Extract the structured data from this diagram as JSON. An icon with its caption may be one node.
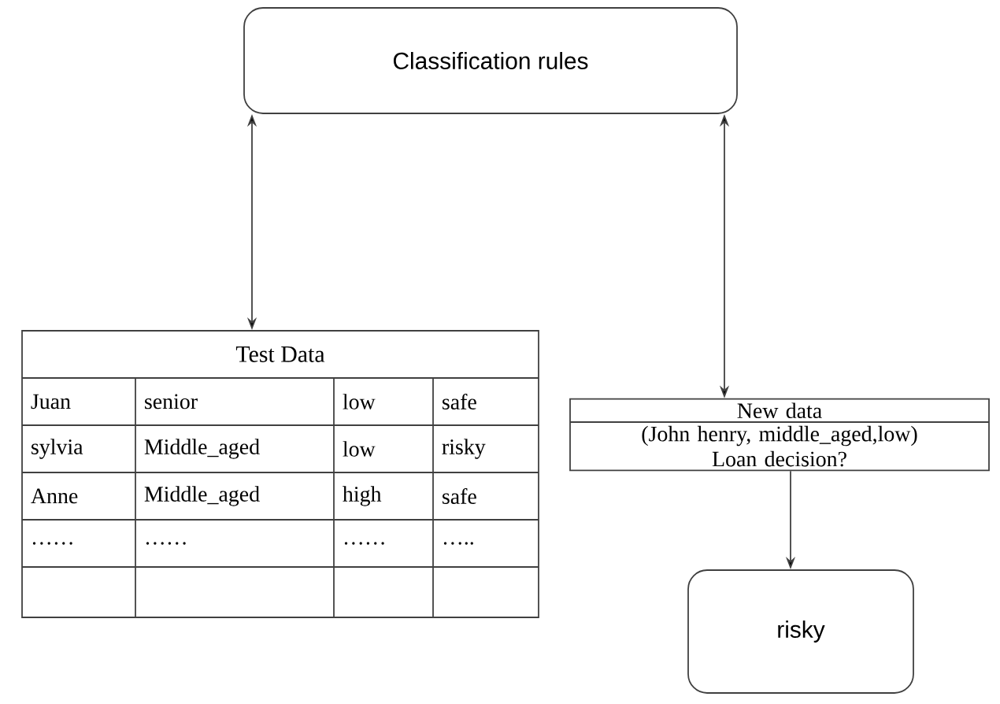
{
  "diagram": {
    "nodes": [
      {
        "text": [
          "Classification rules"
        ]
      },
      {
        "text": [
          "Test Data"
        ]
      },
      {
        "text": [
          "New data",
          "(John henry, middle_aged,low) Loan decision?"
        ]
      },
      {
        "text": [
          "risky"
        ]
      }
    ],
    "edges": [
      {
        "from": 0,
        "to": 1,
        "arrow": "both"
      },
      {
        "from": 0,
        "to": 2,
        "arrow": "both"
      },
      {
        "from": 2,
        "to": 3,
        "arrow": "to"
      }
    ],
    "labels": [
      "Juan",
      "senior",
      "low",
      "safe",
      "sylvia",
      "Middle_aged",
      "low",
      "risky",
      "Anne",
      "Middle_aged",
      "high",
      "safe",
      "……",
      "……",
      "……",
      "….."
    ]
  }
}
